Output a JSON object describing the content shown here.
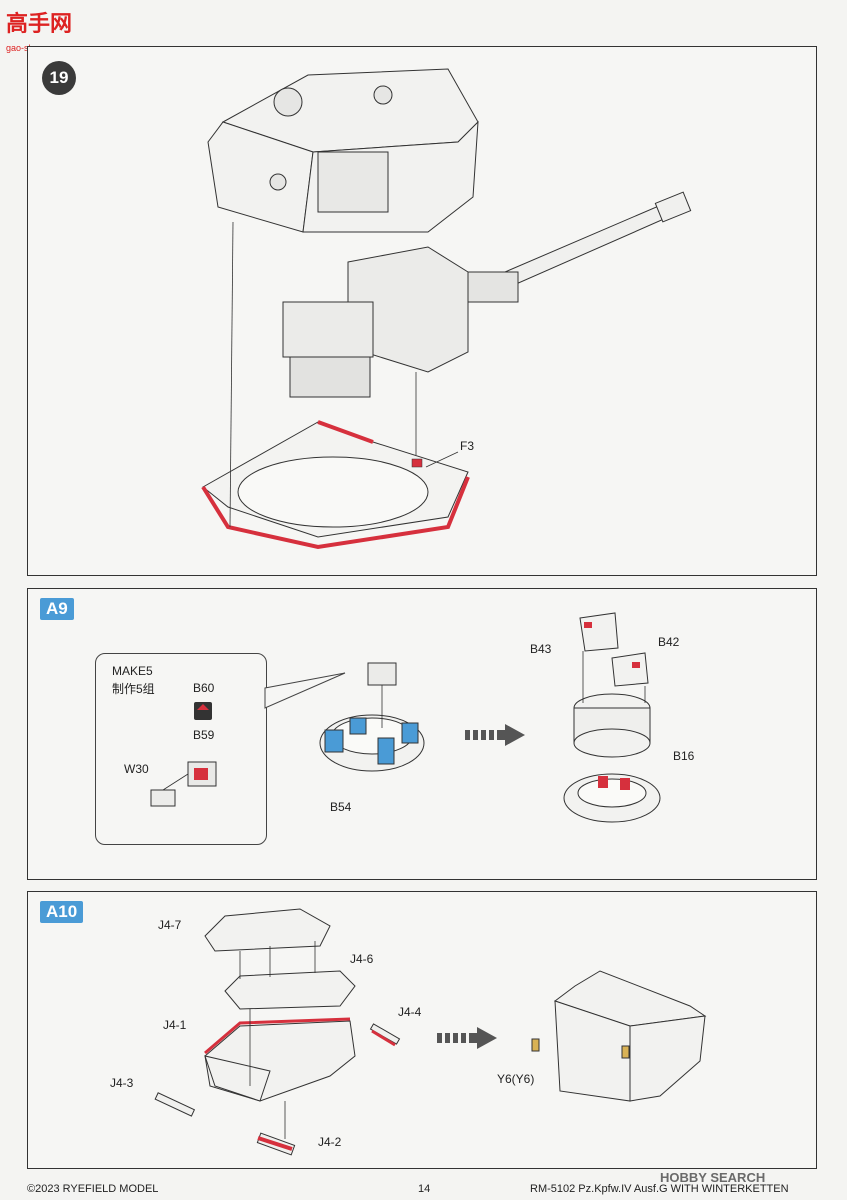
{
  "header": {
    "logo_text": "高手网",
    "logo_sub": "gao-shou.com"
  },
  "step19": {
    "number": "19",
    "labels": {
      "f3": "F3"
    }
  },
  "a9": {
    "tag": "A9",
    "make_en": "MAKE5",
    "make_cn": "制作5组",
    "labels": {
      "b60": "B60",
      "b59": "B59",
      "w30": "W30",
      "b54": "B54",
      "b43": "B43",
      "b42": "B42",
      "b16": "B16"
    }
  },
  "a10": {
    "tag": "A10",
    "labels": {
      "j47": "J4-7",
      "j46": "J4-6",
      "j44": "J4-4",
      "j41": "J4-1",
      "j43": "J4-3",
      "j42": "J4-2",
      "y6": "Y6(Y6)"
    }
  },
  "footer": {
    "copyright": "©2023 RYEFIELD MODEL",
    "page": "14",
    "product": "RM-5102 Pz.Kpfw.IV Ausf.G WITH WINTERKETTEN",
    "watermark": "HOBBY SEARCH"
  },
  "colors": {
    "red": "#d6303d",
    "blue": "#4a9bd6",
    "line": "#333333"
  }
}
